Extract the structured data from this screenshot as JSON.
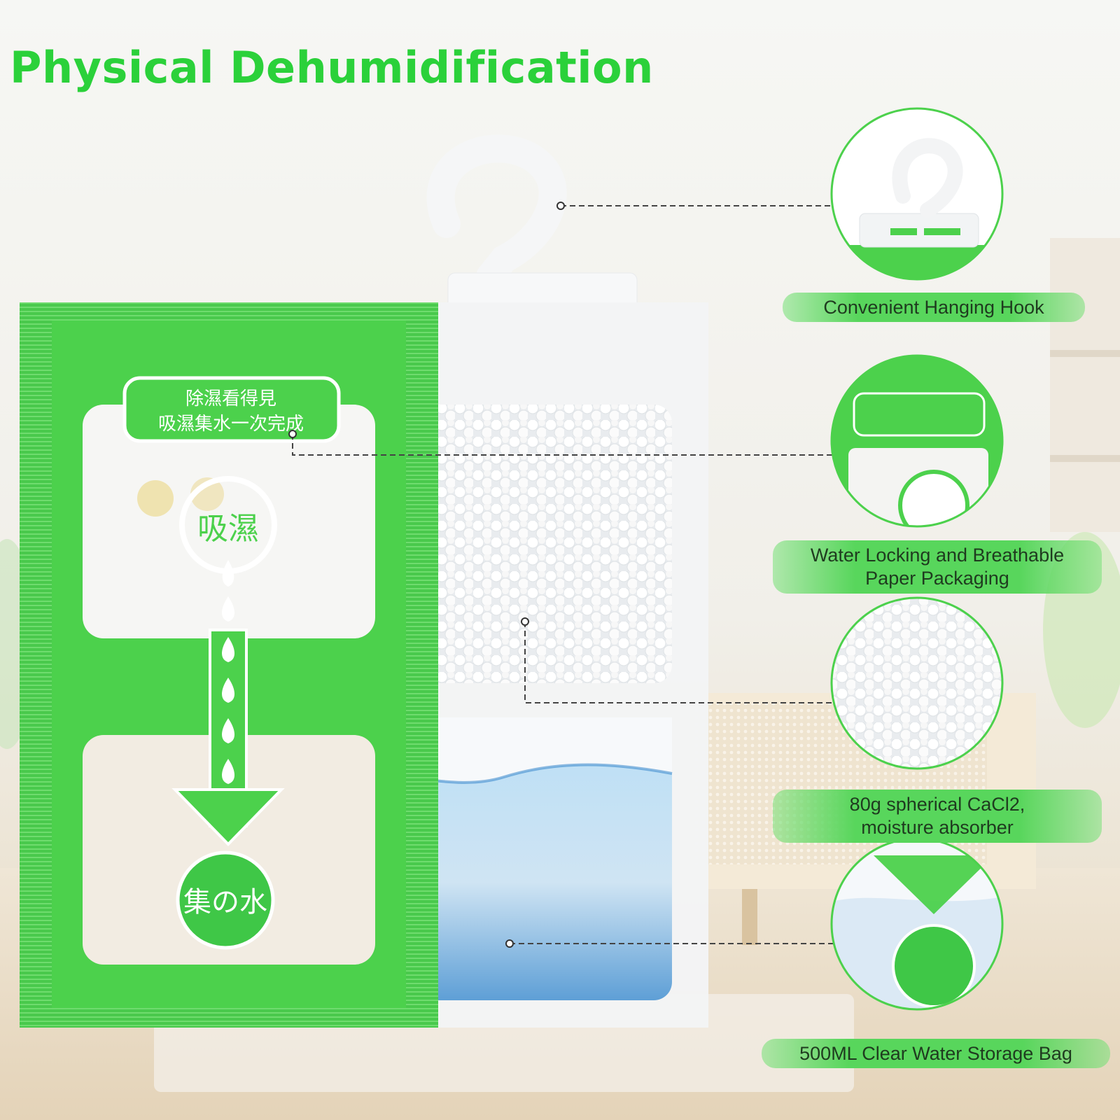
{
  "title": "Physical Dehumidification",
  "bag": {
    "banner_line1": "除濕看得見",
    "banner_line2": "吸濕集水一次完成",
    "absorb_text": "吸濕",
    "collect_text": "集の水"
  },
  "features": [
    {
      "name": "Convenient Hanging Hook",
      "lines": [
        "Convenient Hanging Hook"
      ]
    },
    {
      "name": "Water Locking and Breathable Paper Packaging",
      "lines": [
        "Water Locking and Breathable",
        "Paper Packaging"
      ]
    },
    {
      "name": "80g spherical CaCl2, moisture absorber",
      "lines": [
        "80g spherical CaCl2,",
        "moisture absorber"
      ]
    },
    {
      "name": "500ML Clear Water Storage Bag",
      "lines": [
        "500ML Clear Water Storage Bag"
      ]
    }
  ],
  "colors": {
    "brand_green": "#2bd13a",
    "bag_green": "#4cd14c",
    "water_blue": "#6ea9d8"
  }
}
